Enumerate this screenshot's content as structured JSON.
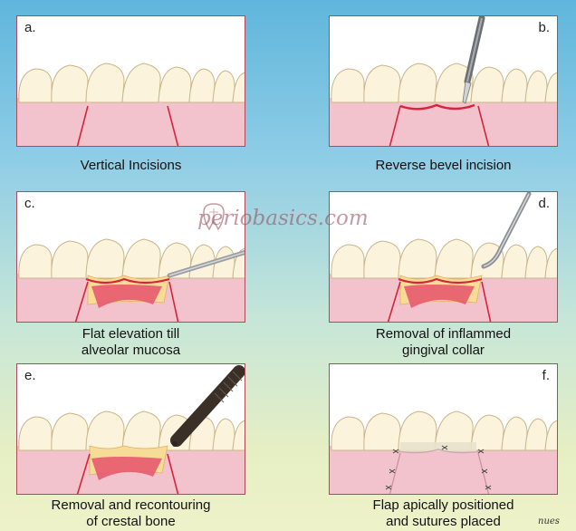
{
  "panels": [
    {
      "label": "a.",
      "caption": [
        "Vertical Incisions"
      ]
    },
    {
      "label": "b.",
      "caption": [
        "Reverse bevel incision"
      ]
    },
    {
      "label": "c.",
      "caption": [
        "Flat elevation till",
        "alveolar mucosa"
      ]
    },
    {
      "label": "d.",
      "caption": [
        "Removal of inflammed",
        "gingival collar"
      ]
    },
    {
      "label": "e.",
      "caption": [
        "Removal and recontouring",
        "of crestal bone"
      ]
    },
    {
      "label": "f.",
      "caption": [
        "Flap  apically positioned",
        "and sutures placed"
      ]
    }
  ],
  "watermark": "periobasics.com",
  "signature": "nues",
  "colors": {
    "gum": "#f2c3cc",
    "tooth": "#fbf3dc",
    "incision": "#d8233b",
    "bone": "#f6dc96",
    "flap": "#e75a6e"
  }
}
